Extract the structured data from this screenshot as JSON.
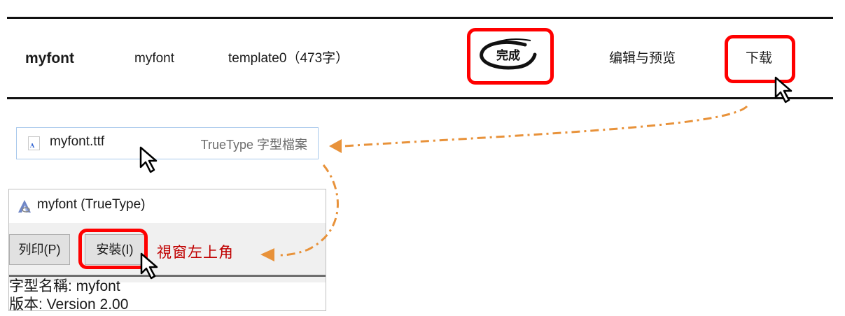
{
  "header_row": {
    "name_bold": "myfont",
    "name": "myfont",
    "template": "template0（473字）",
    "done_badge": "完成",
    "edit_preview": "编辑与预览",
    "download": "下载"
  },
  "file_row": {
    "icon": "font-file-icon",
    "icon_glyph": "A",
    "file_name": "myfont.ttf",
    "file_type": "TrueType 字型檔案"
  },
  "font_viewer": {
    "icon": "font-viewer-icon",
    "title": "myfont (TrueType)",
    "toolbar": {
      "print_label": "列印(P)",
      "install_label": "安裝(I)"
    },
    "body_lines": [
      "字型名稱: myfont",
      "版本: Version 2.00"
    ]
  },
  "annotations": {
    "corner_label": "視窗左上角",
    "highlight_color": "#ff0000",
    "arrow_color": "#e8923a",
    "label_color": "#c00000"
  }
}
